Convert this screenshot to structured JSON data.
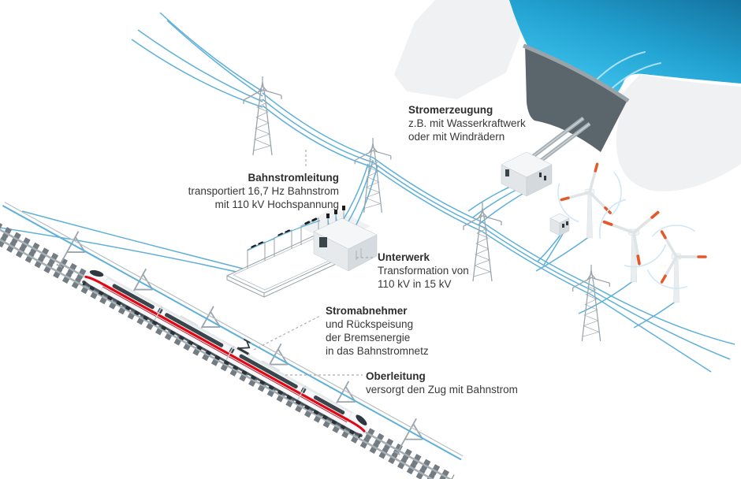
{
  "palette": {
    "powerline": "#5fb0d9",
    "train-red": "#e30613",
    "water-deep": "#1473a0",
    "water-mid": "#22a3d2",
    "water-light": "#45c8f2",
    "dam-wall": "#5a666c",
    "steel-gray": "#9ba5ab",
    "terrain": "#eff1f3",
    "turbine-tip": "#e25a2c",
    "window-dark": "#3a454c",
    "text": "#383838"
  },
  "labels": {
    "stromerzeugung": {
      "title": "Stromerzeugung",
      "lines": [
        "z.B. mit Wasserkraftwerk",
        "oder mit Windrädern"
      ]
    },
    "bahnstromleitung": {
      "title": "Bahnstromleitung",
      "lines": [
        "transportiert 16,7 Hz Bahnstrom",
        "mit 110 kV Hochspannung"
      ]
    },
    "unterwerk": {
      "title": "Unterwerk",
      "lines": [
        "Transformation von",
        "110 kV in 15 kV"
      ]
    },
    "stromabnehmer": {
      "title": "Stromabnehmer",
      "lines": [
        "und Rückspeisung",
        "der Bremsenergie",
        "in das Bahnstromnetz"
      ]
    },
    "oberleitung": {
      "title": "Oberleitung",
      "lines": [
        "versorgt den Zug mit Bahnstrom"
      ]
    }
  }
}
